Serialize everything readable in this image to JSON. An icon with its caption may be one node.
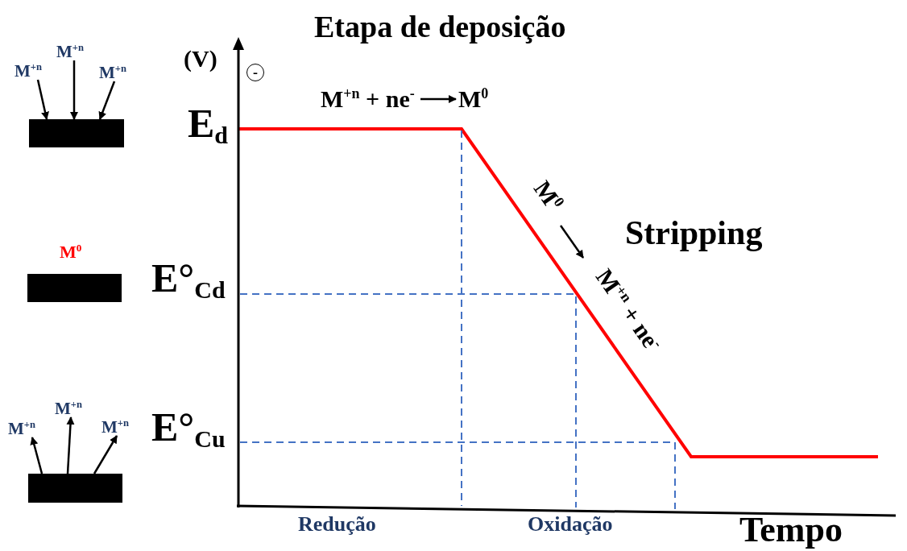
{
  "diagram": {
    "title": "Etapa de deposição",
    "nodes": [
      {
        "text": [
          "M$^{+n}$"
        ]
      },
      {
        "text": [
          "M$^{+n}$"
        ]
      },
      {
        "text": [
          "M$^{+n}$"
        ]
      },
      {
        "text": [],
        "shape": "bar"
      },
      {
        "text": [],
        "shape": "bar",
        "beside": [
          "M$^{0}$"
        ]
      },
      {
        "text": [
          "M$^{+n}$"
        ]
      },
      {
        "text": [
          "M$^{+n}$"
        ]
      },
      {
        "text": [
          "M$^{+n}$"
        ]
      },
      {
        "text": [],
        "shape": "bar"
      },
      {
        "text": [
          "-"
        ]
      }
    ],
    "edges": [
      {
        "from": 0,
        "to": 3,
        "arrow": "to"
      },
      {
        "from": 1,
        "to": 3,
        "arrow": "to"
      },
      {
        "from": 2,
        "to": 3,
        "arrow": "to"
      },
      {
        "from": 8,
        "to": 5,
        "arrow": "to"
      },
      {
        "from": 8,
        "to": 6,
        "arrow": "to"
      },
      {
        "from": 8,
        "to": 7,
        "arrow": "to"
      }
    ],
    "labels": [
      "(V)",
      "M$^{+n}$ + ne$^{-}$",
      "M$^{0}$",
      "E$_{d}$",
      "M$^{0}$",
      "Stripping",
      "M$^{+n}$ + ne$^{-}$",
      "E°$_{Cd}$",
      "E°$_{Cu}$",
      "Redução",
      "Oxidação",
      "Tempo"
    ]
  }
}
